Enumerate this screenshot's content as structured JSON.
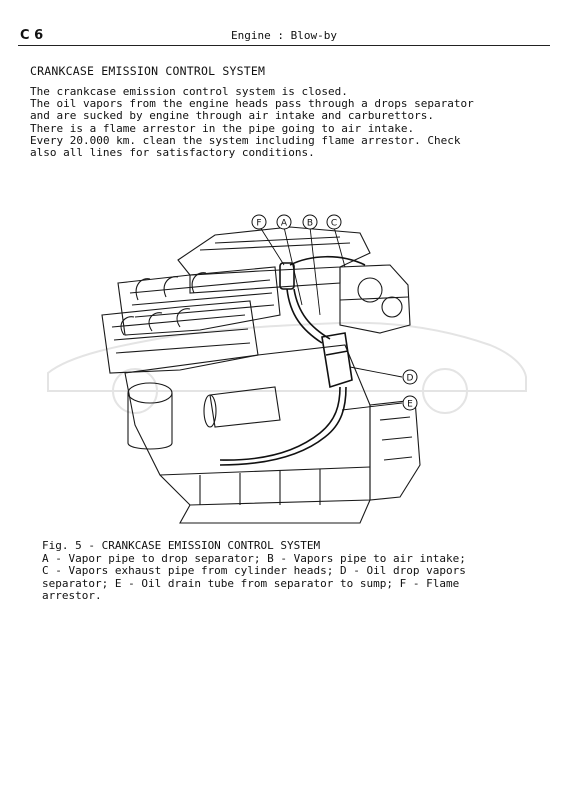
{
  "header": {
    "page_number": "C 6",
    "running_title": "Engine : Blow-by"
  },
  "section": {
    "title": "CRANKCASE EMISSION CONTROL SYSTEM",
    "paragraph_lines": [
      "The crankcase emission control system is closed.",
      "The oil vapors from the engine heads pass through a drops separator",
      "and are sucked by engine through air intake and carburettors.",
      "There is a flame arrestor in the pipe going to air intake.",
      "Every 20.000 km. clean the system including flame arrestor. Check",
      "also all lines for satisfactory conditions."
    ]
  },
  "figure": {
    "callouts": [
      "F",
      "A",
      "B",
      "C",
      "D",
      "E"
    ],
    "caption_lines": [
      "Fig. 5 - CRANKCASE EMISSION CONTROL SYSTEM",
      "A - Vapor pipe to drop separator; B - Vapors pipe to air intake;",
      "C - Vapors exhaust pipe from cylinder heads; D - Oil drop vapors",
      "separator; E - Oil drain tube from separator to sump; F - Flame",
      "arrestor."
    ]
  }
}
